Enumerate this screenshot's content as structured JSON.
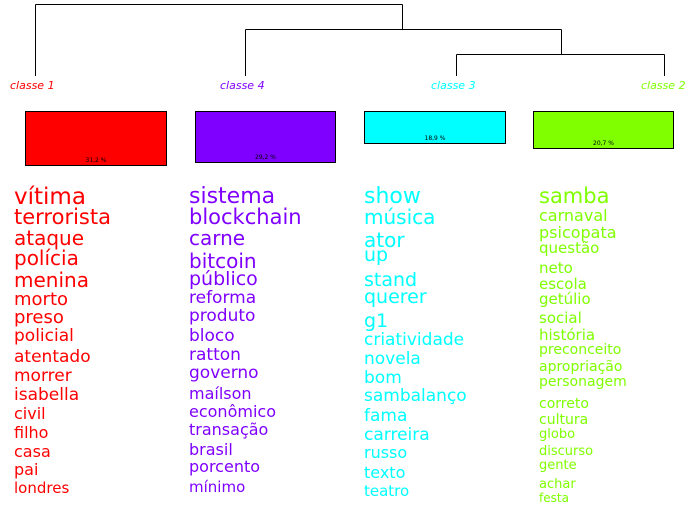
{
  "classes": [
    {
      "key": "c1",
      "label": "classe  1",
      "color": "#ff0000",
      "percent_label": "31,2 %",
      "percent": 31.2,
      "words": [
        "vítima",
        "terrorista",
        "ataque",
        "polícia",
        "menina",
        "morto",
        "preso",
        "policial",
        "atentado",
        "morrer",
        "isabella",
        "civil",
        "filho",
        "casa",
        "pai",
        "londres"
      ]
    },
    {
      "key": "c4",
      "label": "classe  4",
      "color": "#7f00ff",
      "percent_label": "29,2 %",
      "percent": 29.2,
      "words": [
        "sistema",
        "blockchain",
        "carne",
        "bitcoin",
        "público",
        "reforma",
        "produto",
        "bloco",
        "ratton",
        "governo",
        "maílson",
        "econômico",
        "transação",
        "brasil",
        "porcento",
        "mínimo"
      ]
    },
    {
      "key": "c3",
      "label": "classe  3",
      "color": "#00ffff",
      "percent_label": "18,9 %",
      "percent": 18.9,
      "words": [
        "show",
        "música",
        "ator",
        "up",
        "stand",
        "querer",
        "g1",
        "criatividade",
        "novela",
        "bom",
        "sambalanço",
        "fama",
        "carreira",
        "russo",
        "texto",
        "teatro"
      ]
    },
    {
      "key": "c2",
      "label": "classe  2",
      "color": "#7fff00",
      "percent_label": "20,7 %",
      "percent": 20.7,
      "words": [
        "samba",
        "carnaval",
        "psicopata",
        "questão",
        "neto",
        "escola",
        "getúlio",
        "social",
        "história",
        "preconceito",
        "apropriação",
        "personagem",
        "correto",
        "cultura",
        "globo",
        "discurso",
        "gente",
        "achar",
        "festa"
      ]
    }
  ]
}
